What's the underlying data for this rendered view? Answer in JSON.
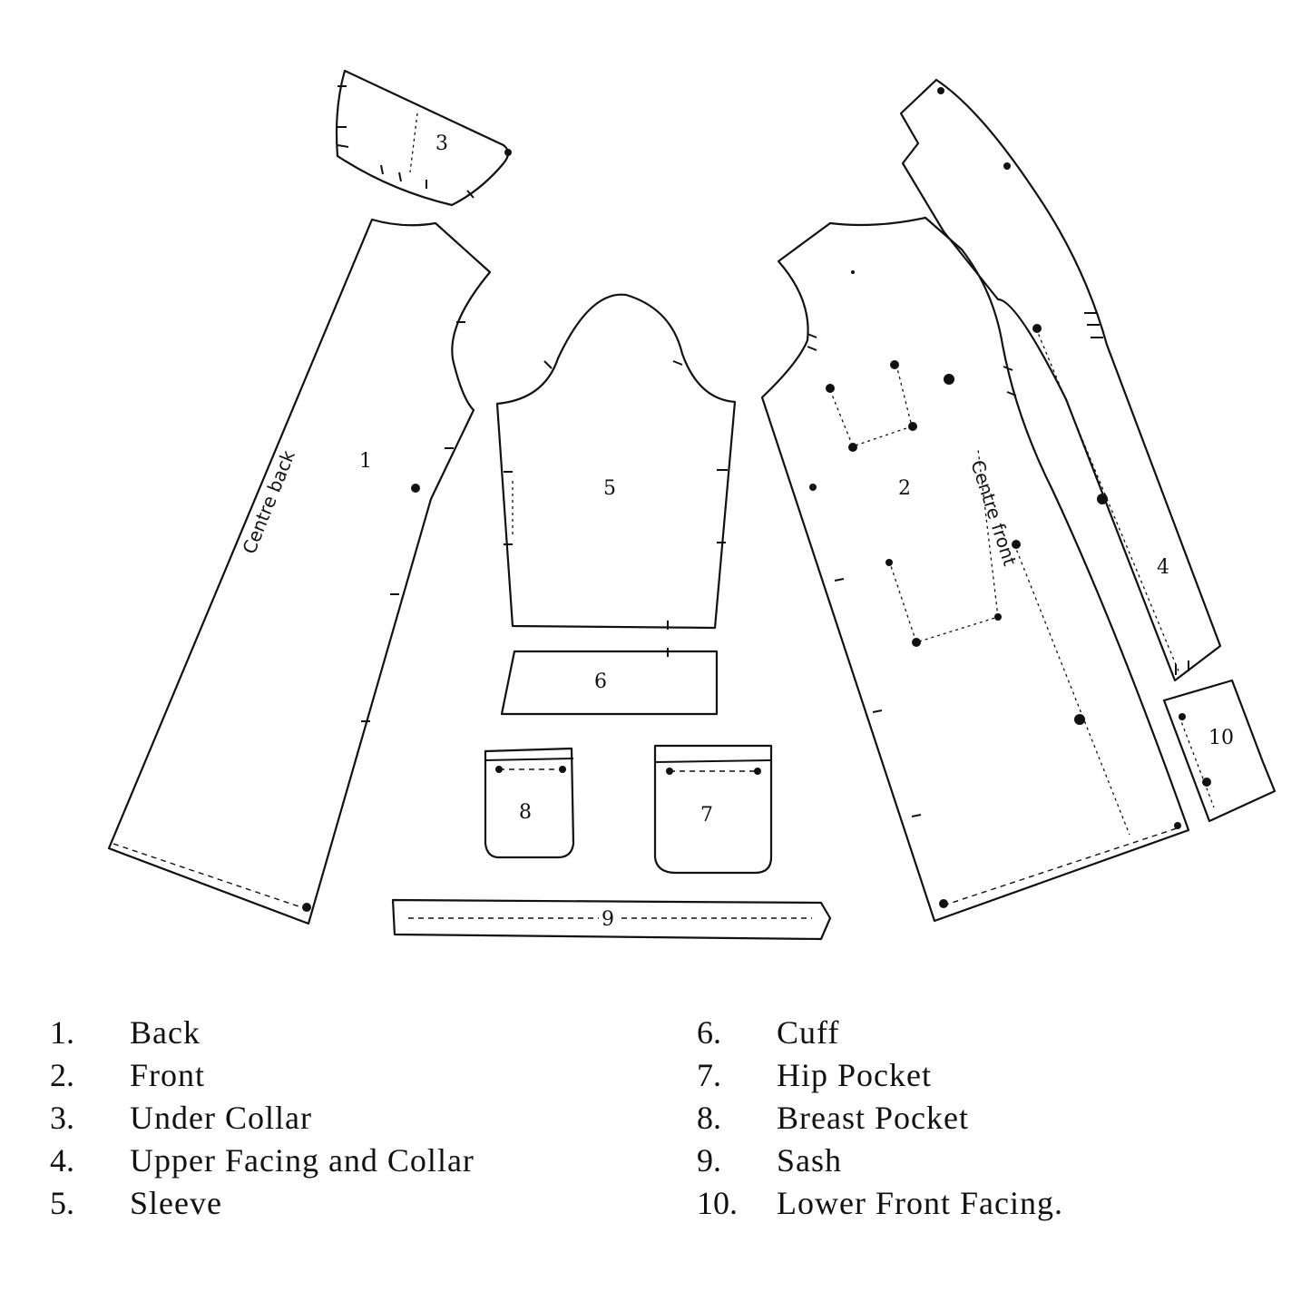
{
  "pieces": [
    {
      "id": "1",
      "number": "1",
      "label": "Centre back"
    },
    {
      "id": "2",
      "number": "2",
      "label": "Centre front"
    },
    {
      "id": "3",
      "number": "3"
    },
    {
      "id": "4",
      "number": "4"
    },
    {
      "id": "5",
      "number": "5"
    },
    {
      "id": "6",
      "number": "6"
    },
    {
      "id": "7",
      "number": "7"
    },
    {
      "id": "8",
      "number": "8"
    },
    {
      "id": "9",
      "number": "9"
    },
    {
      "id": "10",
      "number": "10"
    }
  ],
  "legend": {
    "left": [
      {
        "num": "1.",
        "text": "Back"
      },
      {
        "num": "2.",
        "text": "Front"
      },
      {
        "num": "3.",
        "text": "Under  Collar"
      },
      {
        "num": "4.",
        "text": "Upper  Facing  and  Collar"
      },
      {
        "num": "5.",
        "text": "Sleeve"
      }
    ],
    "right": [
      {
        "num": "6.",
        "text": "Cuff"
      },
      {
        "num": "7.",
        "text": "Hip  Pocket"
      },
      {
        "num": "8.",
        "text": "Breast  Pocket"
      },
      {
        "num": "9.",
        "text": "Sash"
      },
      {
        "num": "10.",
        "text": "Lower  Front  Facing."
      }
    ]
  }
}
